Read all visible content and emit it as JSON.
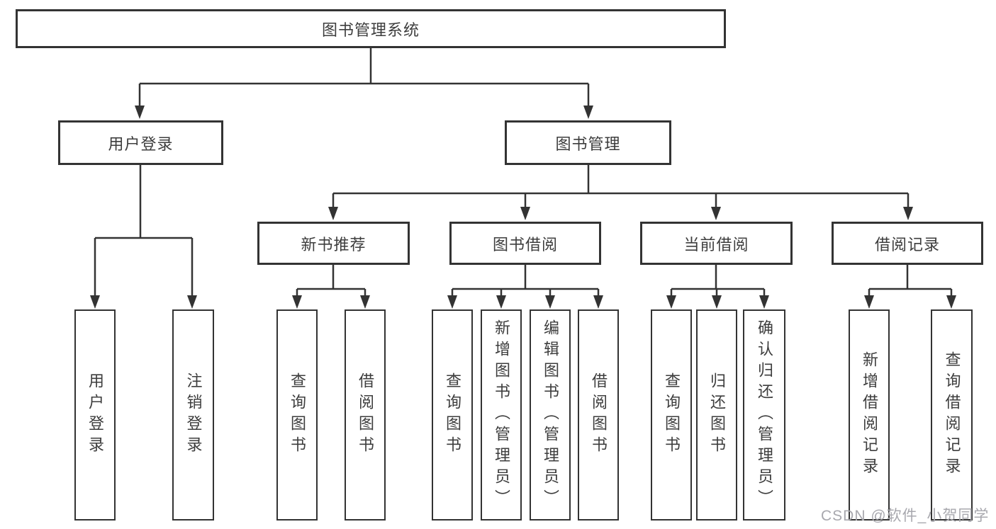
{
  "diagram": {
    "root": {
      "label": "图书管理系统"
    },
    "level2": [
      {
        "label": "用户登录"
      },
      {
        "label": "图书管理"
      }
    ],
    "login_children": [
      {
        "label": "用户登录"
      },
      {
        "label": "注销登录"
      }
    ],
    "management_children": [
      {
        "label": "新书推荐",
        "children": [
          {
            "label": "查询图书"
          },
          {
            "label": "借阅图书"
          }
        ]
      },
      {
        "label": "图书借阅",
        "children": [
          {
            "label": "查询图书"
          },
          {
            "label": "新增图书（管理员）"
          },
          {
            "label": "编辑图书（管理员）"
          },
          {
            "label": "借阅图书"
          }
        ]
      },
      {
        "label": "当前借阅",
        "children": [
          {
            "label": "查询图书"
          },
          {
            "label": "归还图书"
          },
          {
            "label": "确认归还（管理员）"
          }
        ]
      },
      {
        "label": "借阅记录",
        "children": [
          {
            "label": "新增借阅记录"
          },
          {
            "label": "查询借阅记录"
          }
        ]
      }
    ],
    "colors": {
      "line": "#333333",
      "text": "#3d3d3d",
      "box_background": "#ffffff",
      "watermark": "#a8a8ae"
    }
  },
  "watermark": {
    "text": "CSDN @软件_小贺同学"
  }
}
